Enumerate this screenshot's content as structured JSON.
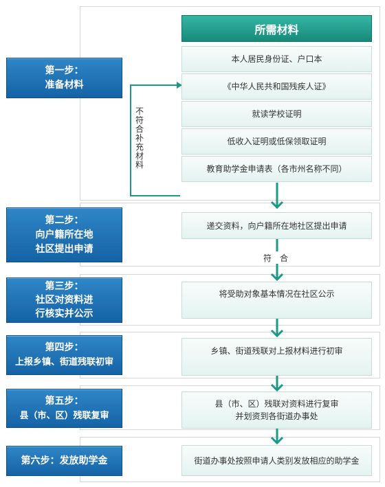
{
  "steps": [
    {
      "lines": [
        "第一步：",
        "准备材料"
      ]
    },
    {
      "lines": [
        "第二步：",
        "向户籍所在地",
        "社区提出申请"
      ]
    },
    {
      "lines": [
        "第三步：",
        "社区对资料进",
        "行核实并公示"
      ]
    },
    {
      "lines": [
        "第四步：",
        "上报乡镇、街道残联初审"
      ]
    },
    {
      "lines": [
        "第五步：",
        "县（市、区）残联复审"
      ]
    },
    {
      "lines": [
        "第六步：发放助学金"
      ]
    }
  ],
  "materials": {
    "header": "所需材料",
    "items": [
      "本人居民身份证、户口本",
      "《中华人民共和国残疾人证》",
      "就读学校证明",
      "低收入证明或低保领取证明",
      "教育助学金申请表（各市州名称不同）"
    ]
  },
  "loop_label": "不符合补充材料",
  "match_label": "符　合",
  "actions": [
    {
      "lines": [
        "递交资料，向户籍所在地社区提出申请"
      ]
    },
    {
      "lines": [
        "将受助对象基本情况在社区公示"
      ]
    },
    {
      "lines": [
        "乡镇、街道残联对上报材料进行初审"
      ]
    },
    {
      "lines": [
        "县（市、区）残联对资料进行复审",
        "并划资到各街道办事处"
      ]
    },
    {
      "lines": [
        "街道办事处按照申请人类别发放相应的助学金"
      ]
    }
  ],
  "colors": {
    "step_blue": "#1e73b8",
    "teal_header": "#2aa796",
    "arrow_teal": "#1a9a86",
    "box_bg": "#eef8f6"
  }
}
